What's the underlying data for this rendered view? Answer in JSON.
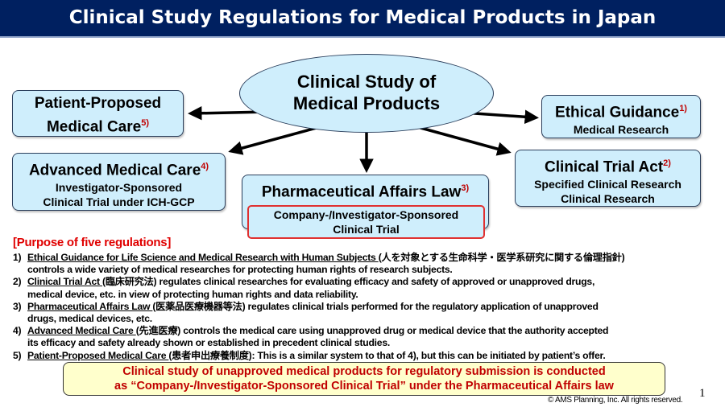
{
  "title": "Clinical Study Regulations for Medical Products in Japan",
  "center": {
    "line1": "Clinical Study of",
    "line2": "Medical Products"
  },
  "boxes": {
    "patient": {
      "line1": "Patient-Proposed",
      "line2": "Medical Care",
      "ref": "5)"
    },
    "ethical": {
      "title": "Ethical Guidance",
      "ref": "1)",
      "sub1": "Medical Research"
    },
    "advanced": {
      "title": "Advanced Medical Care",
      "ref": "4)",
      "sub1": "Investigator-Sponsored",
      "sub2": "Clinical Trial under ICH-GCP"
    },
    "pharma": {
      "title": "Pharmaceutical Affairs Law",
      "ref": "3)",
      "sub1": "Company-/Investigator-Sponsored",
      "sub2": "Clinical Trial"
    },
    "trial_act": {
      "title": "Clinical Trial Act",
      "ref": "2)",
      "sub1": "Specified Clinical Research",
      "sub2": "Clinical Research"
    }
  },
  "purpose": {
    "heading": "[Purpose of five regulations]",
    "items": [
      {
        "num": "1)",
        "name": "Ethical Guidance for Life Science and Medical Research with Human Subjects ",
        "jp": "(人を対象とする生命科学・医学系研究に関する倫理指針)",
        "line1": "",
        "line2": "controls a wide variety of medical researches for protecting human rights of research subjects."
      },
      {
        "num": "2)",
        "name": "Clinical Trial Act ",
        "jp": "(臨床研究法)",
        "line1": " regulates clinical researches for evaluating efficacy and safety of approved or unapproved drugs,",
        "line2": "medical device, etc. in view of protecting human rights and data reliability."
      },
      {
        "num": "3)",
        "name": "Pharmaceutical Affairs Law ",
        "jp": "(医薬品医療機器等法)",
        "line1": " regulates clinical trials performed for the regulatory application of unapproved",
        "line2": "drugs, medical devices, etc."
      },
      {
        "num": "4)",
        "name": "Advanced Medical Care ",
        "jp": "(先進医療)",
        "line1": " controls the medical care using unapproved drug or medical device that the authority accepted",
        "line2": "its efficacy and safety already shown or established in precedent clinical studies."
      },
      {
        "num": "5)",
        "name": "Patient-Proposed Medical Care ",
        "jp": "(患者申出療養制度)",
        "line1": ": This is a similar system to that of 4), but this can be initiated by patient’s offer.",
        "line2": ""
      }
    ]
  },
  "note": {
    "line1": "Clinical study of unapproved medical products for regulatory submission is conducted",
    "line2": "as “Company-/Investigator-Sponsored Clinical Trial” under the Pharmaceutical Affairs law"
  },
  "page_number": "1",
  "copyright": "© AMS Planning, Inc. All rights reserved.",
  "colors": {
    "title_bg": "#002060",
    "box_fill": "#cfeefc",
    "accent_red": "#c00000",
    "note_bg": "#ffffcc"
  }
}
